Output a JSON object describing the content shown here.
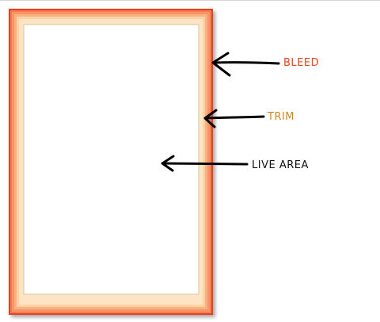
{
  "labels": {
    "bleed": "BLEED",
    "trim": "TRIM",
    "live_area": "LIVE AREA"
  },
  "colors": {
    "bleed": "#f0431e",
    "trim": "#d08a1c",
    "live_area": "#111111",
    "arrow": "#000000",
    "bleed_fill": "#f47b55",
    "trim_fill": "#fdd3a4",
    "live_area_border": "#d9cfa8"
  }
}
